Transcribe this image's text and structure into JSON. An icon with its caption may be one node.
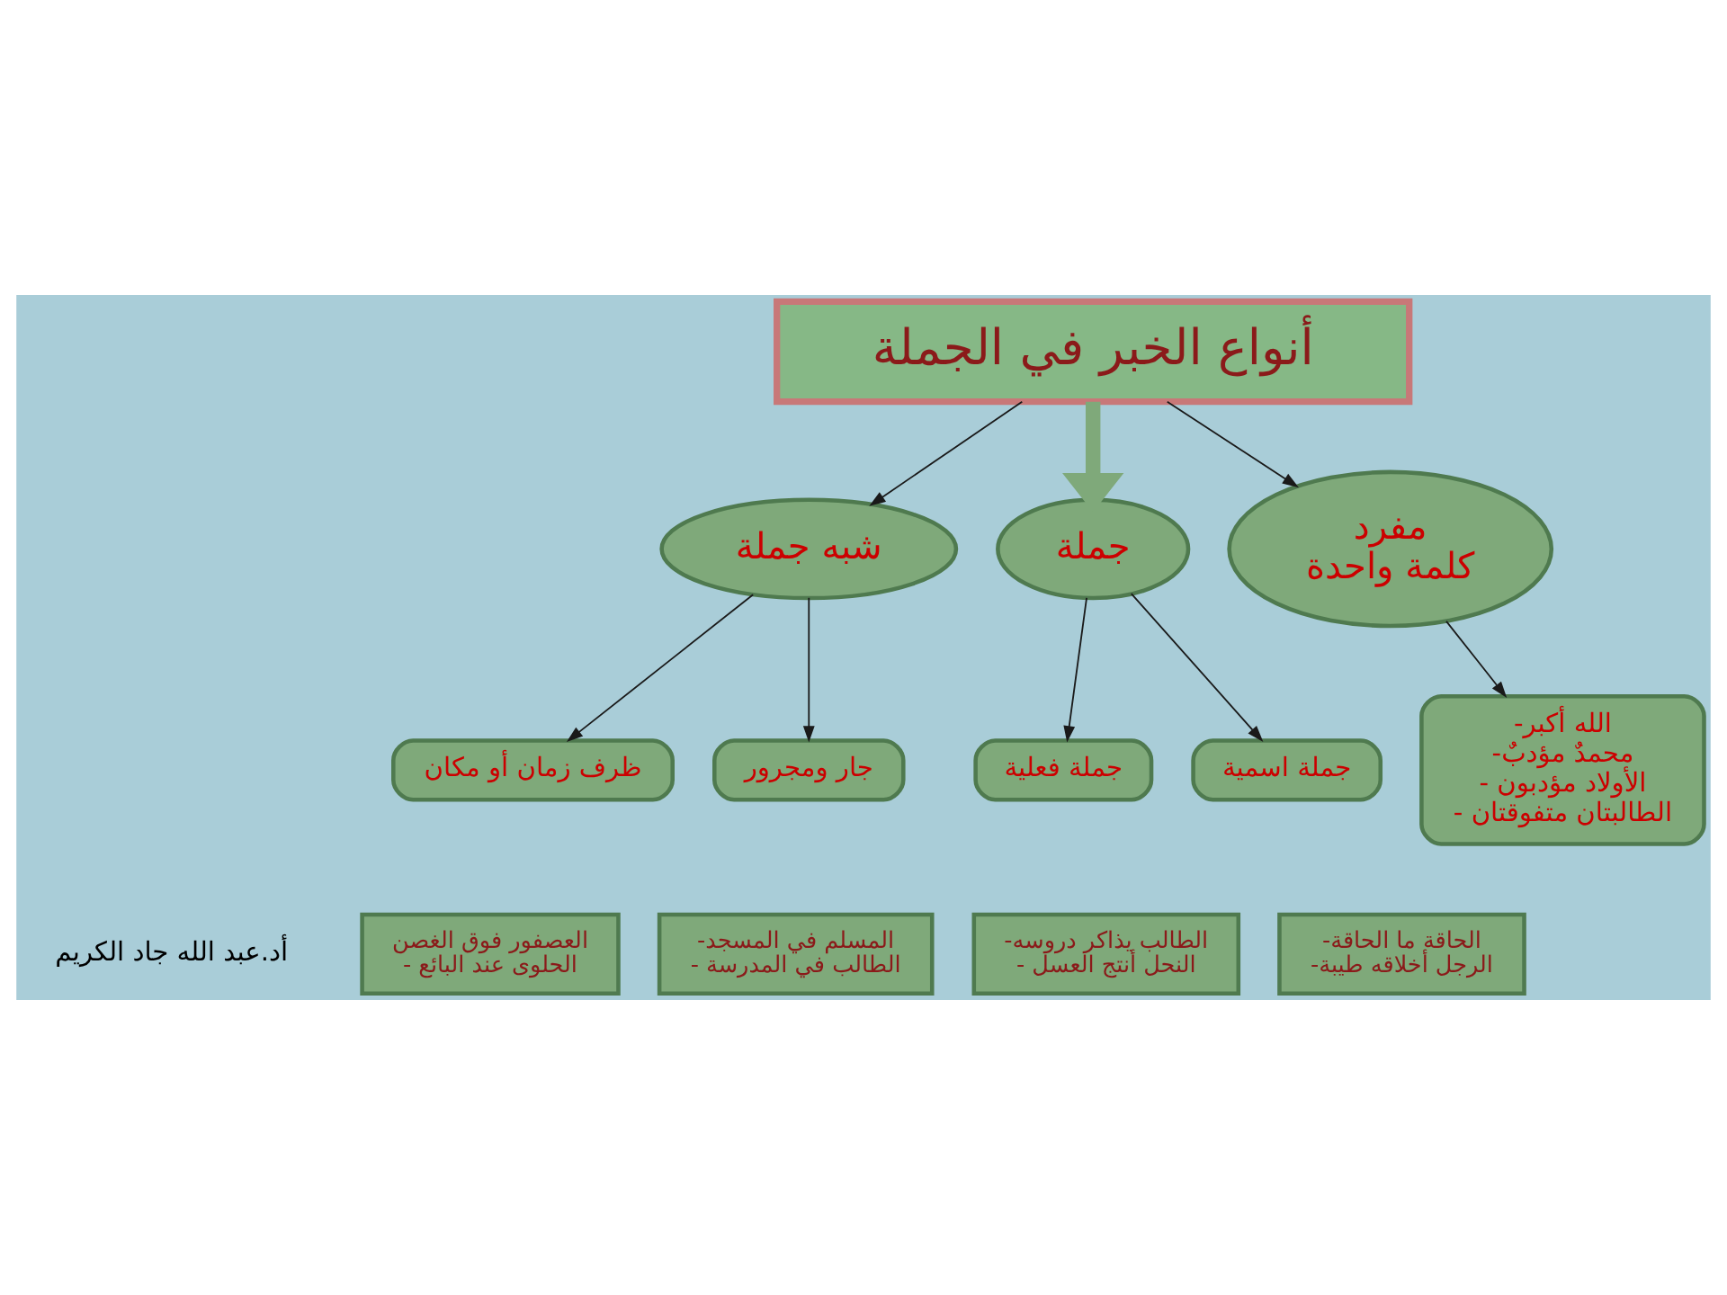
{
  "diagram": {
    "nodes": [
      {
        "text": [
          "أنواع الخبر في الجملة"
        ]
      },
      {
        "text": [
          "مفرد",
          "كلمة واحدة"
        ]
      },
      {
        "text": [
          "جملة"
        ]
      },
      {
        "text": [
          "شبه جملة"
        ]
      },
      {
        "text": [
          "-الله أكبر",
          "-محمدٌ مؤدبٌ",
          "- الأولاد مؤدبون",
          "- الطالبتان متفوقتان"
        ]
      },
      {
        "text": [
          "جملة اسمية"
        ]
      },
      {
        "text": [
          "جملة فعلية"
        ]
      },
      {
        "text": [
          "جار ومجرور"
        ]
      },
      {
        "text": [
          "ظرف زمان أو مكان"
        ]
      },
      {
        "text": [
          "-الحاقة ما الحاقة",
          "-الرجل أخلاقه طيبة"
        ]
      },
      {
        "text": [
          "-الطالب يذاكر دروسه",
          "- النحل أنتج العسل"
        ]
      },
      {
        "text": [
          "-المسلم في المسجد",
          "- الطالب في المدرسة"
        ]
      },
      {
        "text": [
          "العصفور فوق الغصن",
          "- الحلوى عند البائع"
        ]
      }
    ],
    "edges": [
      {
        "from": 0,
        "to": 1,
        "arrow": "to"
      },
      {
        "from": 0,
        "to": 2,
        "arrow": "to",
        "style": "thick",
        "color": "#7fa97a"
      },
      {
        "from": 0,
        "to": 3,
        "arrow": "to"
      },
      {
        "from": 1,
        "to": 4,
        "arrow": "to"
      },
      {
        "from": 2,
        "to": 5,
        "arrow": "to"
      },
      {
        "from": 2,
        "to": 6,
        "arrow": "to"
      },
      {
        "from": 3,
        "to": 7,
        "arrow": "to"
      },
      {
        "from": 3,
        "to": 8,
        "arrow": "to"
      }
    ],
    "labels": [
      "أد.عبد الله جاد الكريم"
    ]
  }
}
